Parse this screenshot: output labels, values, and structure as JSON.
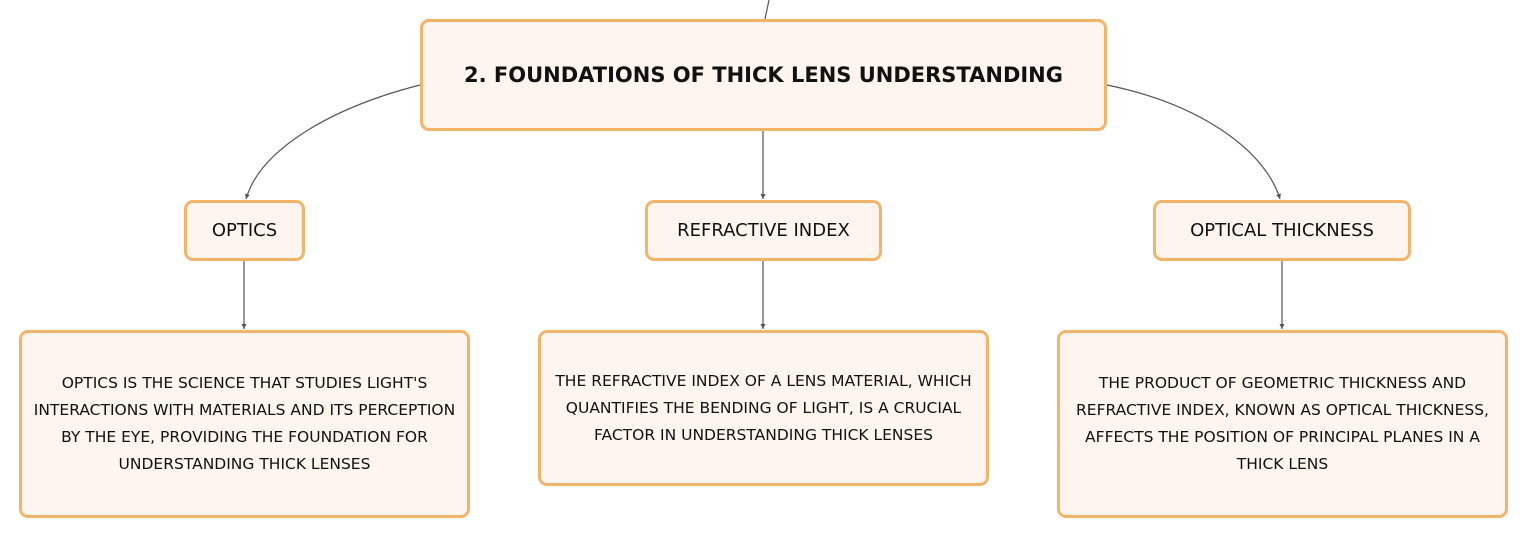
{
  "diagram": {
    "root": {
      "title": "2. FOUNDATIONS OF THICK LENS UNDERSTANDING"
    },
    "topics": [
      {
        "label": "OPTICS",
        "description": "OPTICS IS THE SCIENCE THAT STUDIES LIGHT'S INTERACTIONS WITH MATERIALS AND ITS PERCEPTION BY THE EYE, PROVIDING THE FOUNDATION FOR UNDERSTANDING THICK LENSES"
      },
      {
        "label": "REFRACTIVE INDEX",
        "description": "THE REFRACTIVE INDEX OF A LENS MATERIAL, WHICH QUANTIFIES THE BENDING OF LIGHT, IS A CRUCIAL FACTOR IN UNDERSTANDING THICK LENSES"
      },
      {
        "label": "OPTICAL THICKNESS",
        "description": "THE PRODUCT OF GEOMETRIC THICKNESS AND REFRACTIVE INDEX, KNOWN AS OPTICAL THICKNESS, AFFECTS THE POSITION OF PRINCIPAL PLANES IN A THICK LENS"
      }
    ]
  },
  "colors": {
    "node_fill": "#fdf5ee",
    "node_border": "#f3b469",
    "connector": "#555555",
    "text": "#111111"
  }
}
